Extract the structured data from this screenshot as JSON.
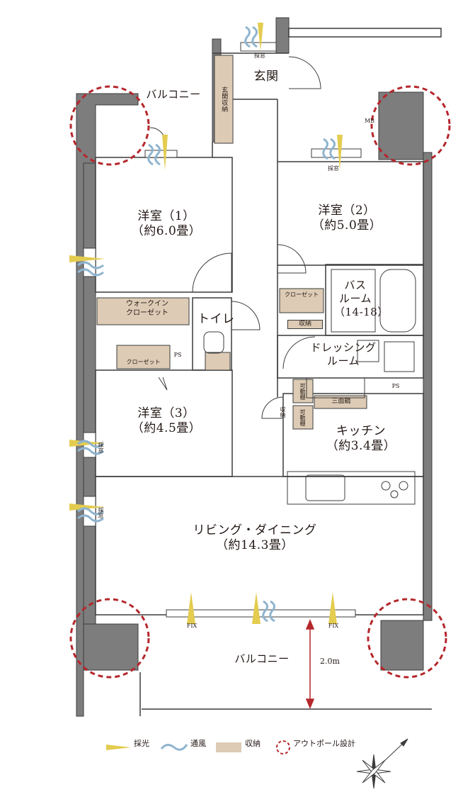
{
  "rooms": {
    "western1_name": "洋室（1）",
    "western1_size": "（約6.0畳）",
    "western2_name": "洋室（2）",
    "western2_size": "（約5.0畳）",
    "western3_name": "洋室（3）",
    "western3_size": "（約4.5畳）",
    "ldk_name": "リビング・ダイニング",
    "ldk_size": "（約14.3畳）",
    "kitchen_name": "キッチン",
    "kitchen_size": "（約3.4畳）",
    "entrance": "玄関",
    "toilet": "トイレ",
    "bath_line1": "バス",
    "bath_line2": "ルーム",
    "bath_size": "（14-18）",
    "dressing_line1": "ドレッシング",
    "dressing_line2": "ルーム",
    "balcony_top": "バルコニー",
    "balcony_bottom": "バルコニー"
  },
  "storage": {
    "entrance_storage": "玄関収納",
    "walk_in_line1": "ウォークイン",
    "walk_in_line2": "クローゼット",
    "closet_w1": "クローゼット",
    "closet_w2": "クローゼット",
    "shuno_dressing": "収納",
    "shuno_hall": "収納",
    "kadodana1": "可動棚",
    "kadodana2": "可動棚",
    "sanmenkyo": "三面鏡"
  },
  "marks": {
    "danso_entrance": "採窓",
    "danso_w2": "採窓",
    "danso_w3": "採窓",
    "danso_ld": "採窓",
    "mb": "MB",
    "ps1": "PS",
    "ps2": "PS",
    "fix1": "FIX",
    "fix2": "FIX",
    "balcony_depth": "2.0m"
  },
  "legend": {
    "light": "採光",
    "wind": "通風",
    "storage": "収納",
    "outpole": "アウトポール設計"
  },
  "colors": {
    "wall": "#7d7d7d",
    "line": "#3c3c3c",
    "storage": "#ddcbb5",
    "light": "#e3cc4f",
    "wind": "#8fb4cf",
    "outpole": "#b5272c"
  }
}
